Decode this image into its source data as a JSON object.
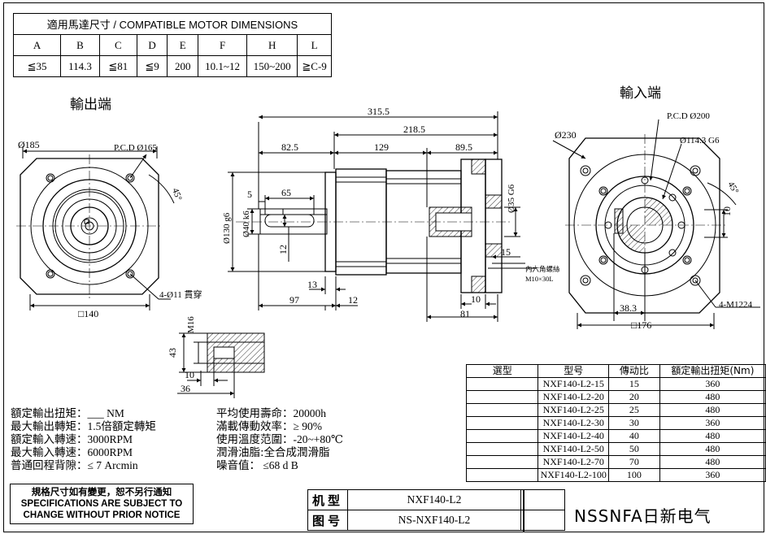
{
  "compat": {
    "title": "適用馬達尺寸 / COMPATIBLE MOTOR DIMENSIONS",
    "headers": [
      "A",
      "B",
      "C",
      "D",
      "E",
      "F",
      "H",
      "L"
    ],
    "values": [
      "≦35",
      "114.3",
      "≦81",
      "≦9",
      "200",
      "10.1~12",
      "150~200",
      "≧C-9"
    ]
  },
  "labels": {
    "output_end": "輸出端",
    "input_end": "輸入端"
  },
  "dims": {
    "d185": "Ø185",
    "pcd165": "P.C.D  Ø165",
    "angle45a": "45°",
    "holes": "4-Ø11 貫穿",
    "sq140": "□140",
    "d3155": "315.5",
    "d2185": "218.5",
    "d825": "82.5",
    "d129": "129",
    "d895": "89.5",
    "d5": "5",
    "d65": "65",
    "d130": "Ø130 g6",
    "d40": "Ø40 k6",
    "d12": "12",
    "d13": "13",
    "d97": "97",
    "d12b": "12",
    "d10": "10",
    "d81": "81",
    "d15": "15",
    "d35": "Ø35 G6",
    "screw": "內六角螺絲",
    "screw_spec": "M10×30L",
    "m16": "M16",
    "d43": "43",
    "d10b": "10",
    "d36": "36",
    "d230": "Ø230",
    "pcd200": "P.C.D  Ø200",
    "d1143": "Ø114.3 G6",
    "angle45b": "45°",
    "d10c": "10",
    "d383": "38.3",
    "m12": "4-M12",
    "m12b": "24",
    "sq176": "□176"
  },
  "specs": {
    "rated_torque_label": "額定輸出扭矩：",
    "rated_torque_value": "___ NM",
    "max_torque_label": "最大輸出轉矩：",
    "max_torque_value": "1.5倍額定轉矩",
    "rated_speed_label": "額定輸入轉速：",
    "rated_speed_value": "3000RPM",
    "max_speed_label": "最大輸入轉速：",
    "max_speed_value": "6000RPM",
    "backlash_label": "普通回程背隙：",
    "backlash_value": "≤ 7 Arcmin",
    "life_label": "平均使用壽命：",
    "life_value": "20000h",
    "efficiency_label": "滿載傳動效率：",
    "efficiency_value": "≥  90%",
    "temp_label": "使用溫度范圍：",
    "temp_value": "-20~+80℃",
    "lube_label": "潤滑油脂:",
    "lube_value": "全合成潤滑脂",
    "noise_label": "噪音值",
    "noise_value": "：     ≤68 d B"
  },
  "notice": {
    "line1": "規格尺寸如有變更，恕不另行通知",
    "line2": "SPECIFICATIONS ARE SUBJECT TO",
    "line3": "CHANGE WITHOUT PRIOR NOTICE"
  },
  "models": {
    "headers": [
      "選型",
      "型号",
      "傳动比",
      "額定輸出扭矩(Nm)"
    ],
    "rows": [
      {
        "model": "NXF140-L2-15",
        "ratio": "15",
        "torque": "360"
      },
      {
        "model": "NXF140-L2-20",
        "ratio": "20",
        "torque": "480"
      },
      {
        "model": "NXF140-L2-25",
        "ratio": "25",
        "torque": "480"
      },
      {
        "model": "NXF140-L2-30",
        "ratio": "30",
        "torque": "360"
      },
      {
        "model": "NXF140-L2-40",
        "ratio": "40",
        "torque": "480"
      },
      {
        "model": "NXF140-L2-50",
        "ratio": "50",
        "torque": "480"
      },
      {
        "model": "NXF140-L2-70",
        "ratio": "70",
        "torque": "480"
      },
      {
        "model": "NXF140-L2-100",
        "ratio": "100",
        "torque": "360"
      }
    ]
  },
  "titleblock": {
    "model_label": "机型",
    "model_value": "NXF140-L2",
    "drawing_label": "图号",
    "drawing_value": "NS-NXF140-L2",
    "brand": "NSSNFA日新电气"
  }
}
